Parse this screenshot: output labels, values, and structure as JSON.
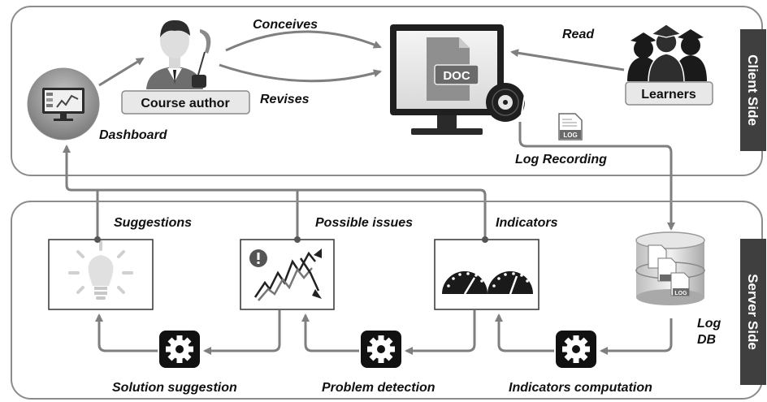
{
  "client_side": {
    "title": "Client Side",
    "labels": {
      "conceives": "Conceives",
      "revises": "Revises",
      "read": "Read",
      "dashboard": "Dashboard",
      "course_author": "Course author",
      "learners": "Learners",
      "log_recording": "Log Recording"
    },
    "doc_icon_text": "DOC",
    "log_icon_text": "LOG"
  },
  "server_side": {
    "title": "Server Side",
    "labels": {
      "suggestions": "Suggestions",
      "possible_issues": "Possible issues",
      "indicators": "Indicators",
      "solution_suggestion": "Solution suggestion",
      "problem_detection": "Problem detection",
      "indicators_computation": "Indicators computation",
      "log_db_line1": "Log",
      "log_db_line2": "DB"
    },
    "db_icon_text": "LOG"
  },
  "colors": {
    "arrow": "#7f7f7f",
    "panel_border": "#8c8c8c",
    "side_tab": "#3f3f3f",
    "chip_fill": "#e8e8e8",
    "gear_box": "#111111"
  }
}
